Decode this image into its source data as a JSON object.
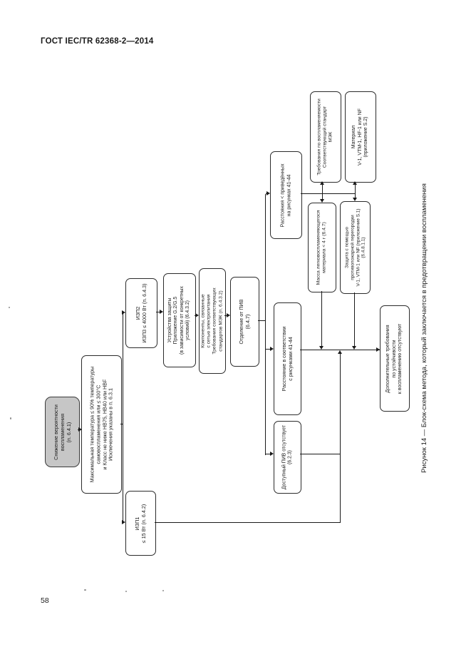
{
  "document": {
    "header": "ГОСТ IEC/TR 62368-2—2014",
    "page_number": "58",
    "figure_caption": "Рисунок 14 — Блок-схема метода, который заключается в предотвращении воспламенения"
  },
  "colors": {
    "start_box_fill": "#c6c6c6",
    "line_color": "#1a1a1a"
  },
  "flowchart": {
    "boxes": [
      {
        "name": "start",
        "text": "Снижение вероятности\nвоспламенения\n(п. 6.4.1)"
      },
      {
        "name": "max-temp",
        "text": "Максимальная температура ≤ 90% температуры\nсамовоспламенения или ≤ 300°С\nи Класс не ниже HB75, HB40 или HBF\nИсключения указаны в п. 6.3.1"
      },
      {
        "name": "izp1",
        "text": "ИЗП1\n≤ 15 Вт (п. 6.4.2)"
      },
      {
        "name": "izp2-izp3",
        "text": "ИЗП2\nИЗП3 ≤ 4000 Вт (п. 6.4.3)"
      },
      {
        "name": "protection-devices",
        "text": "Устройства защиты\nПриложение G.2/G.5\n(в зависимости от конкретных\nусловий) (6.4.3.2)"
      },
      {
        "name": "mains-components",
        "text": "Компоненты, связанные\nс сетью электропитания\nТребования соответствующих\nстандартов МЭК (п. 6.4.3.2)"
      },
      {
        "name": "piv-separation",
        "text": "Отделение от ПИВ\n(6.4.7)"
      },
      {
        "name": "distance-less-than-figures",
        "text": "Расстояния < приведённых\nна рисунках 41-44"
      },
      {
        "name": "flammable-mass",
        "text": "Масса легковоспламеняющегося\nматериала < 4 г (6.4.7)"
      },
      {
        "name": "fire-barrier",
        "text": "Защита с помощью\nпротивопожарной перегородки\nV-1, VTM-1 или NF (приложение S.1)\n(6.4.8.1.1)"
      },
      {
        "name": "flammability-requirements",
        "text": "Требования по воспламеняемости\nСоответствующий стандарт\nМЭК"
      },
      {
        "name": "material",
        "text": "Материал\nV-1, VTM-1, HF-1 или NF\n(приложение S.2)"
      },
      {
        "name": "distance-per-figures",
        "text": "Расстояние в соответствии\nс рисунками 41-44"
      },
      {
        "name": "no-accessible-piv",
        "text": "Доступный ПИВ отсутствует\n(6.2.3)"
      },
      {
        "name": "no-additional-requirements",
        "text": "Дополнительные требования\nпо устойчивости\nк воспламенению отсутствуют"
      }
    ]
  }
}
